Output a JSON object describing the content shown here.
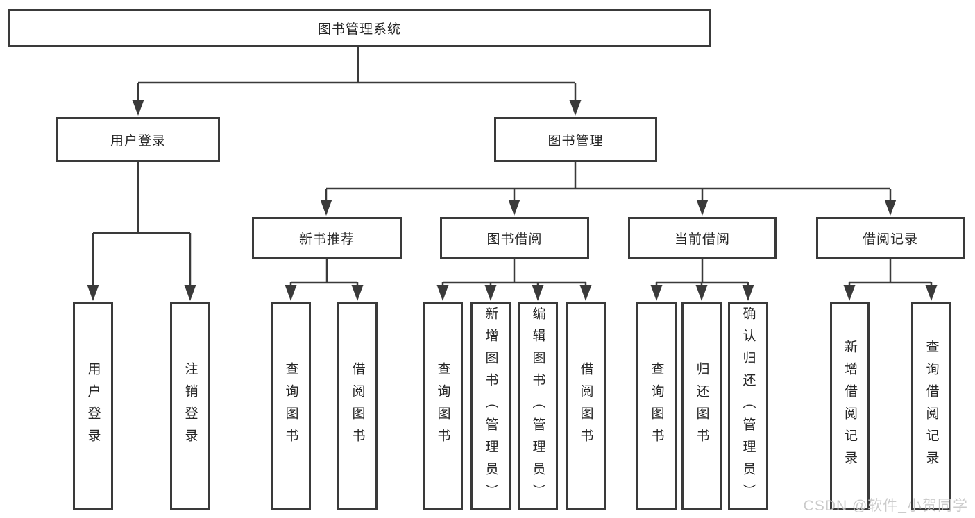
{
  "colors": {
    "line": "#3a3a3a",
    "box_border": "#3a3a3a",
    "box_background": "#ffffff",
    "text": "#262626",
    "watermark": "#c9c9c9",
    "background": "#ffffff"
  },
  "watermark": {
    "text": "CSDN @软件_小贺同学"
  },
  "tree": {
    "root": {
      "label": "图书管理系统",
      "children": [
        {
          "label": "用户登录",
          "children": [
            {
              "label": "用户登录"
            },
            {
              "label": "注销登录"
            }
          ]
        },
        {
          "label": "图书管理",
          "children": [
            {
              "label": "新书推荐",
              "children": [
                {
                  "label": "查询图书"
                },
                {
                  "label": "借阅图书"
                }
              ]
            },
            {
              "label": "图书借阅",
              "children": [
                {
                  "label": "查询图书"
                },
                {
                  "label": "新增图书（管理员）"
                },
                {
                  "label": "编辑图书（管理员）"
                },
                {
                  "label": "借阅图书"
                }
              ]
            },
            {
              "label": "当前借阅",
              "children": [
                {
                  "label": "查询图书"
                },
                {
                  "label": "归还图书"
                },
                {
                  "label": "确认归还（管理员）"
                }
              ]
            },
            {
              "label": "借阅记录",
              "children": [
                {
                  "label": "新增借阅记录"
                },
                {
                  "label": "查询借阅记录"
                }
              ]
            }
          ]
        }
      ]
    }
  }
}
